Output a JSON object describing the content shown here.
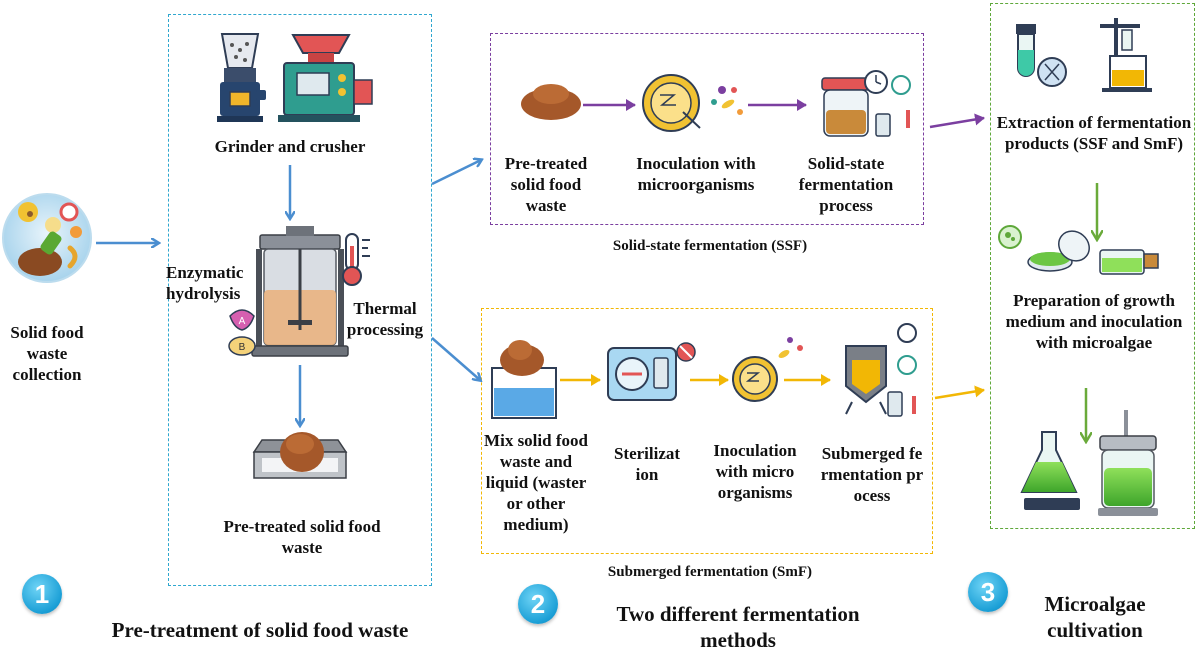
{
  "colors": {
    "blue_arrow": "#4b8ed0",
    "purple_arrow": "#7b3fa0",
    "yellow_arrow": "#f2b705",
    "green_arrow": "#6aaa3a",
    "badge": "#1b9fd6",
    "food_waste": "#a5582a"
  },
  "collection": {
    "label": "Solid food waste collection",
    "icon": "food-waste-plate-icon"
  },
  "pretreatment": {
    "grinder_label": "Grinder and crusher",
    "enzymatic_label": "Enzymatic hydrolysis",
    "thermal_label": "Thermal processing",
    "output_label": "Pre-treated solid food waste",
    "enzyme_a": "A",
    "enzyme_b": "B",
    "icons": [
      "grinder-icon",
      "crusher-machine-icon",
      "reactor-vessel-icon",
      "thermometer-icon",
      "enzyme-icon",
      "tray-food-waste-icon"
    ]
  },
  "ssf": {
    "steps": [
      "Pre-treated solid food waste",
      "Inoculation with microorganisms",
      "Solid-state fermentation process"
    ],
    "caption": "Solid-state fermentation (SSF)"
  },
  "smf": {
    "steps": [
      "Mix solid food waste and liquid (waster or other medium)",
      "Sterilization",
      "Inoculation with microorganisms",
      "Submerged fermentation process"
    ],
    "caption": "Submerged fermentation (SmF)"
  },
  "microalgae": {
    "extraction_label": "Extraction of fermentation products (SSF and SmF)",
    "preparation_label": "Preparation of growth medium and inoculation with microalgae",
    "icons": [
      "test-tube-dna-icon",
      "lab-stand-beaker-icon",
      "petri-dish-icon",
      "culture-flask-icon",
      "erlenmeyer-flask-icon",
      "photobioreactor-icon"
    ]
  },
  "steps": [
    {
      "number": "1",
      "title": "Pre-treatment of solid food waste"
    },
    {
      "number": "2",
      "title": "Two different fermentation methods"
    },
    {
      "number": "3",
      "title": "Microalgae cultivation"
    }
  ]
}
